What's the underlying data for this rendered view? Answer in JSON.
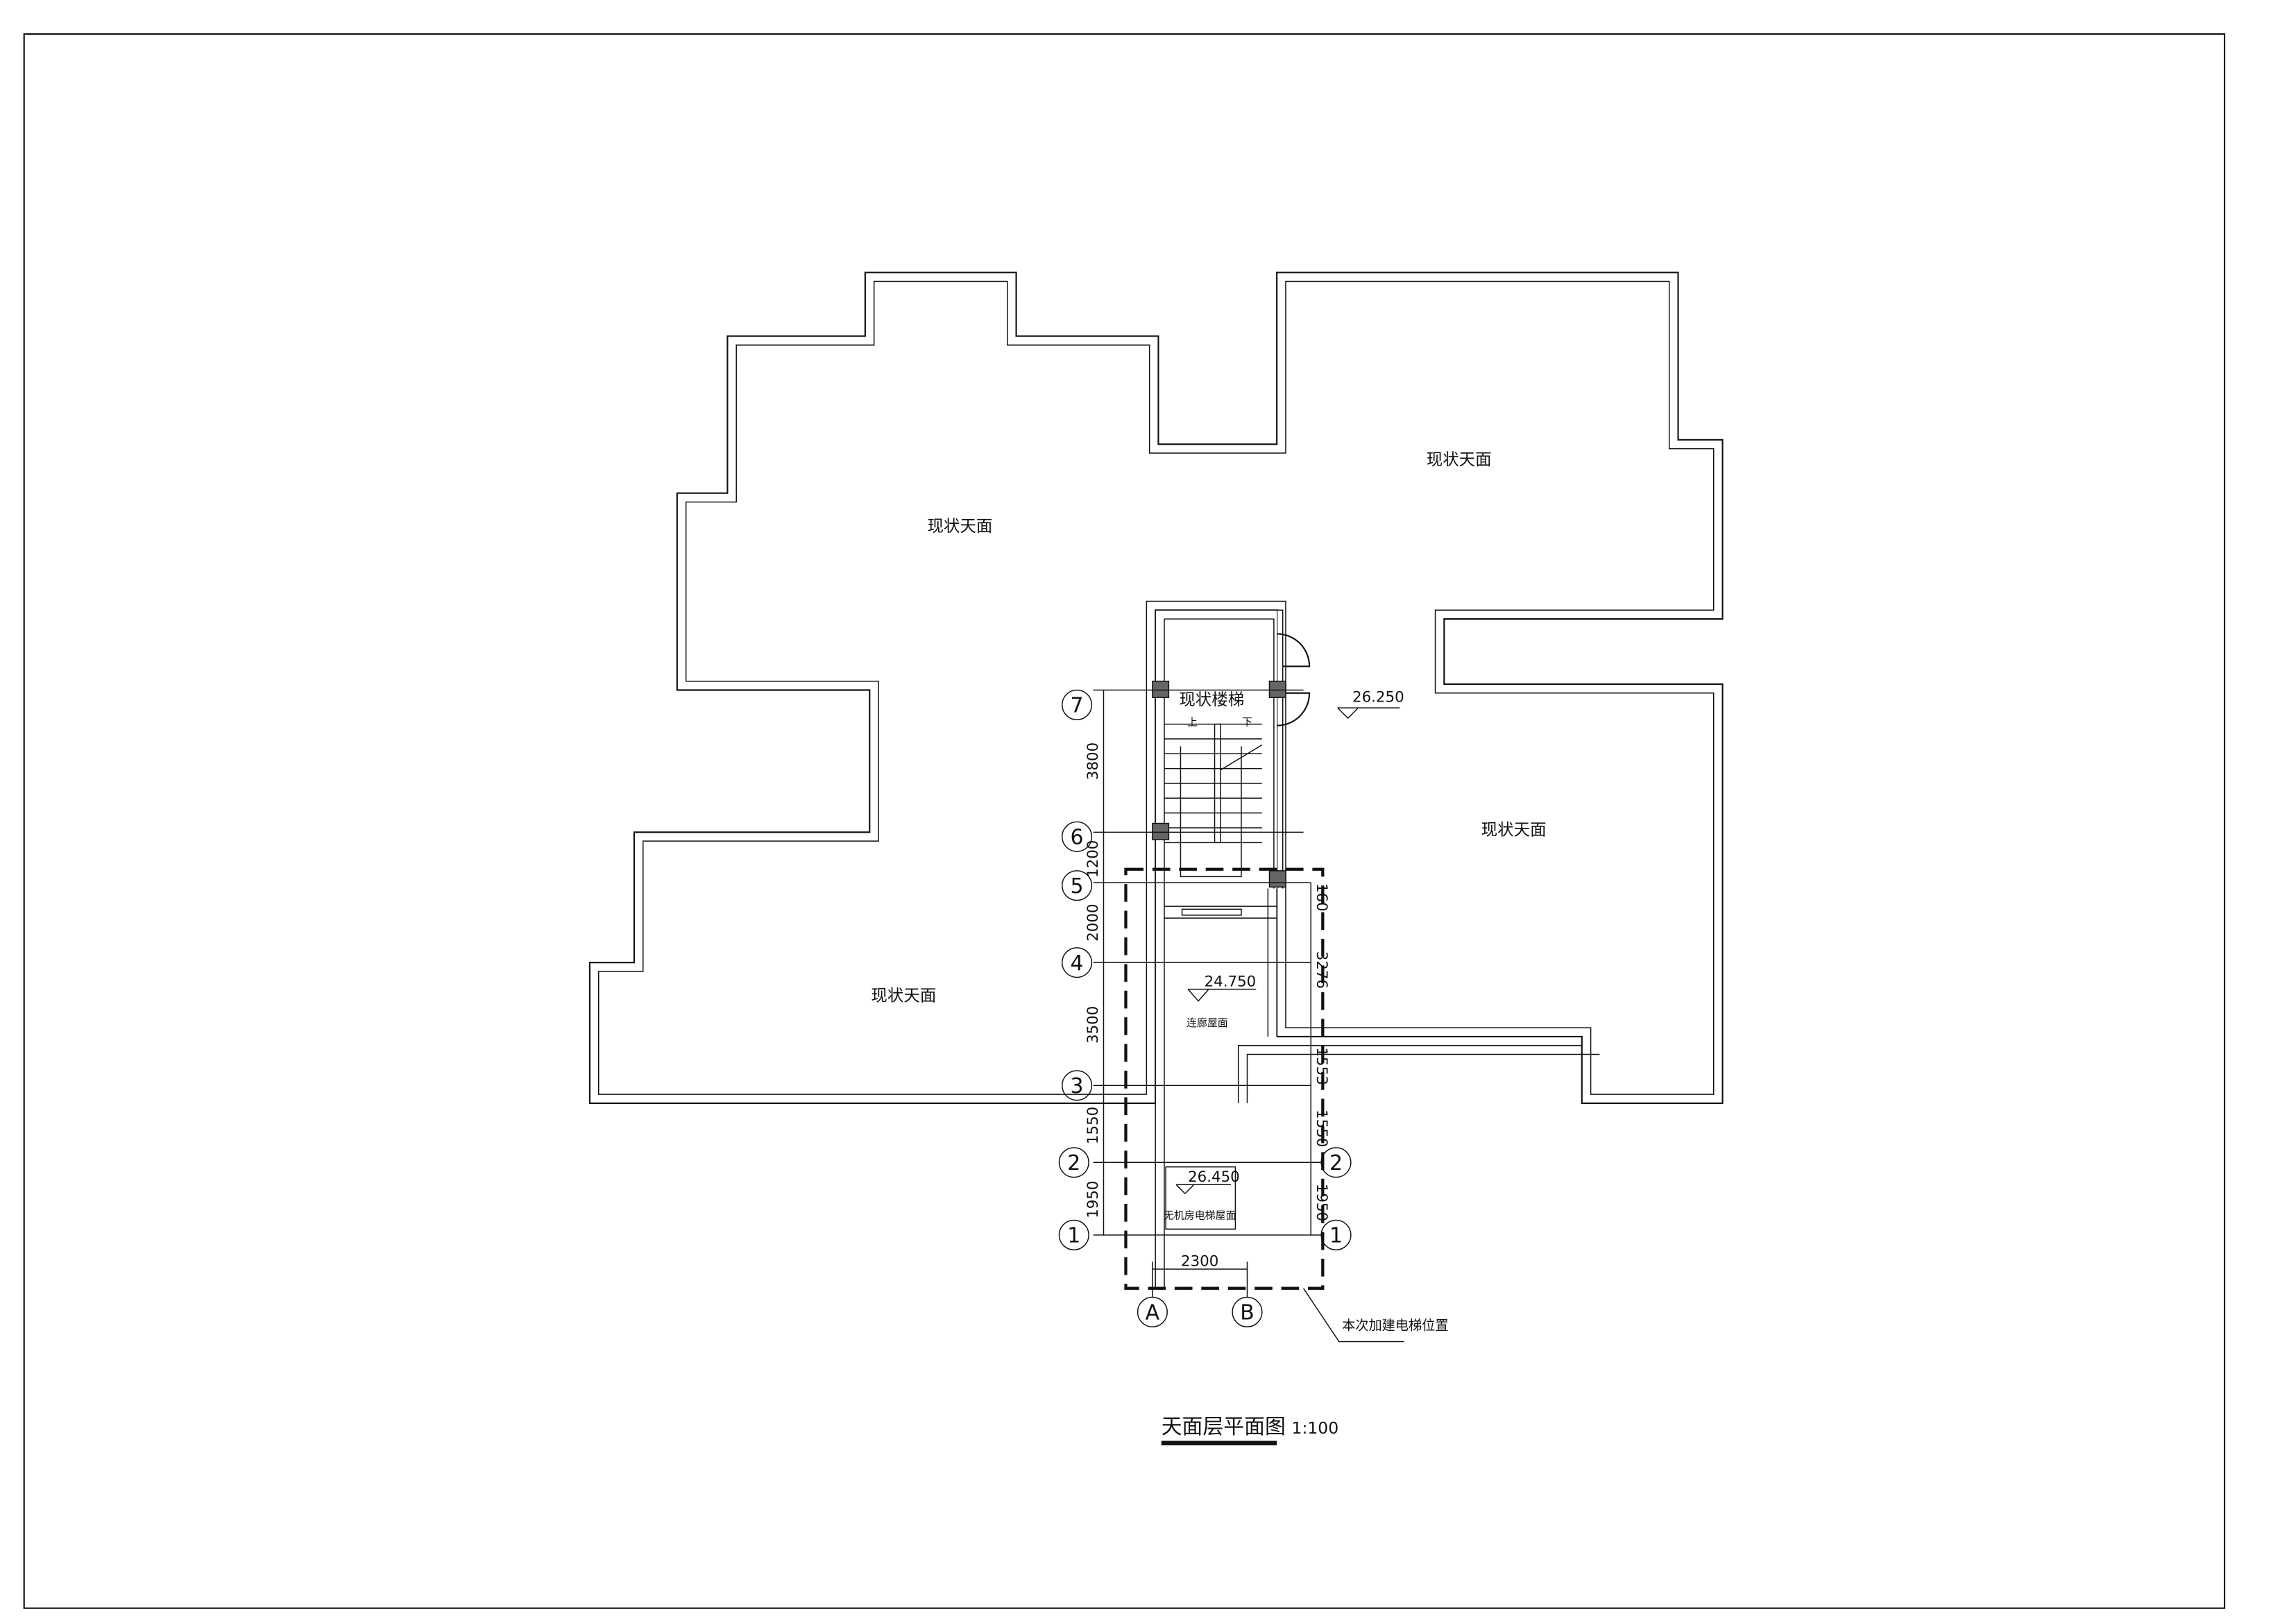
{
  "drawing": {
    "title": "天面层平面图",
    "scale": "1:100",
    "roof_labels": [
      "现状天面",
      "现状天面",
      "现状天面",
      "现状天面"
    ],
    "stair_label": "现状楼梯",
    "stair_up": "上",
    "stair_down": "下",
    "elevations": {
      "roof": "26.250",
      "corridor": "24.750",
      "elevator": "26.450"
    },
    "corridor_label": "连廊屋面",
    "elevator_roof_label": "无机房电梯屋面",
    "new_elevator_note": "本次加建电梯位置",
    "axes_numbers": [
      "7",
      "6",
      "5",
      "4",
      "3",
      "2",
      "1"
    ],
    "axes_letters": [
      "A",
      "B"
    ],
    "dims_left": [
      "3800",
      "1200",
      "2000",
      "3500",
      "1550",
      "1950"
    ],
    "dims_right": [
      "160",
      "3276",
      "1553",
      "1550",
      "1950"
    ],
    "dim_bottom": "2300"
  }
}
